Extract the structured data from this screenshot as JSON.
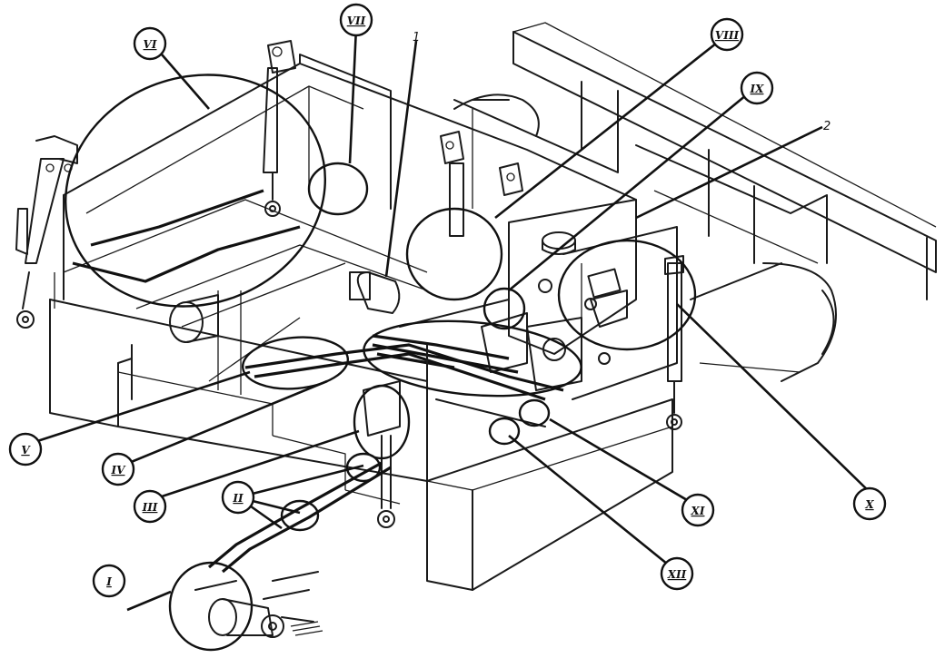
{
  "callouts": {
    "I": "I",
    "II": "II",
    "III": "III",
    "IV": "IV",
    "V": "V",
    "VI": "VI",
    "VII": "VII",
    "VIII": "VIII",
    "IX": "IX",
    "X": "X",
    "XI": "XI",
    "XII": "XII"
  },
  "numbers": {
    "one": "1",
    "two": "2"
  }
}
